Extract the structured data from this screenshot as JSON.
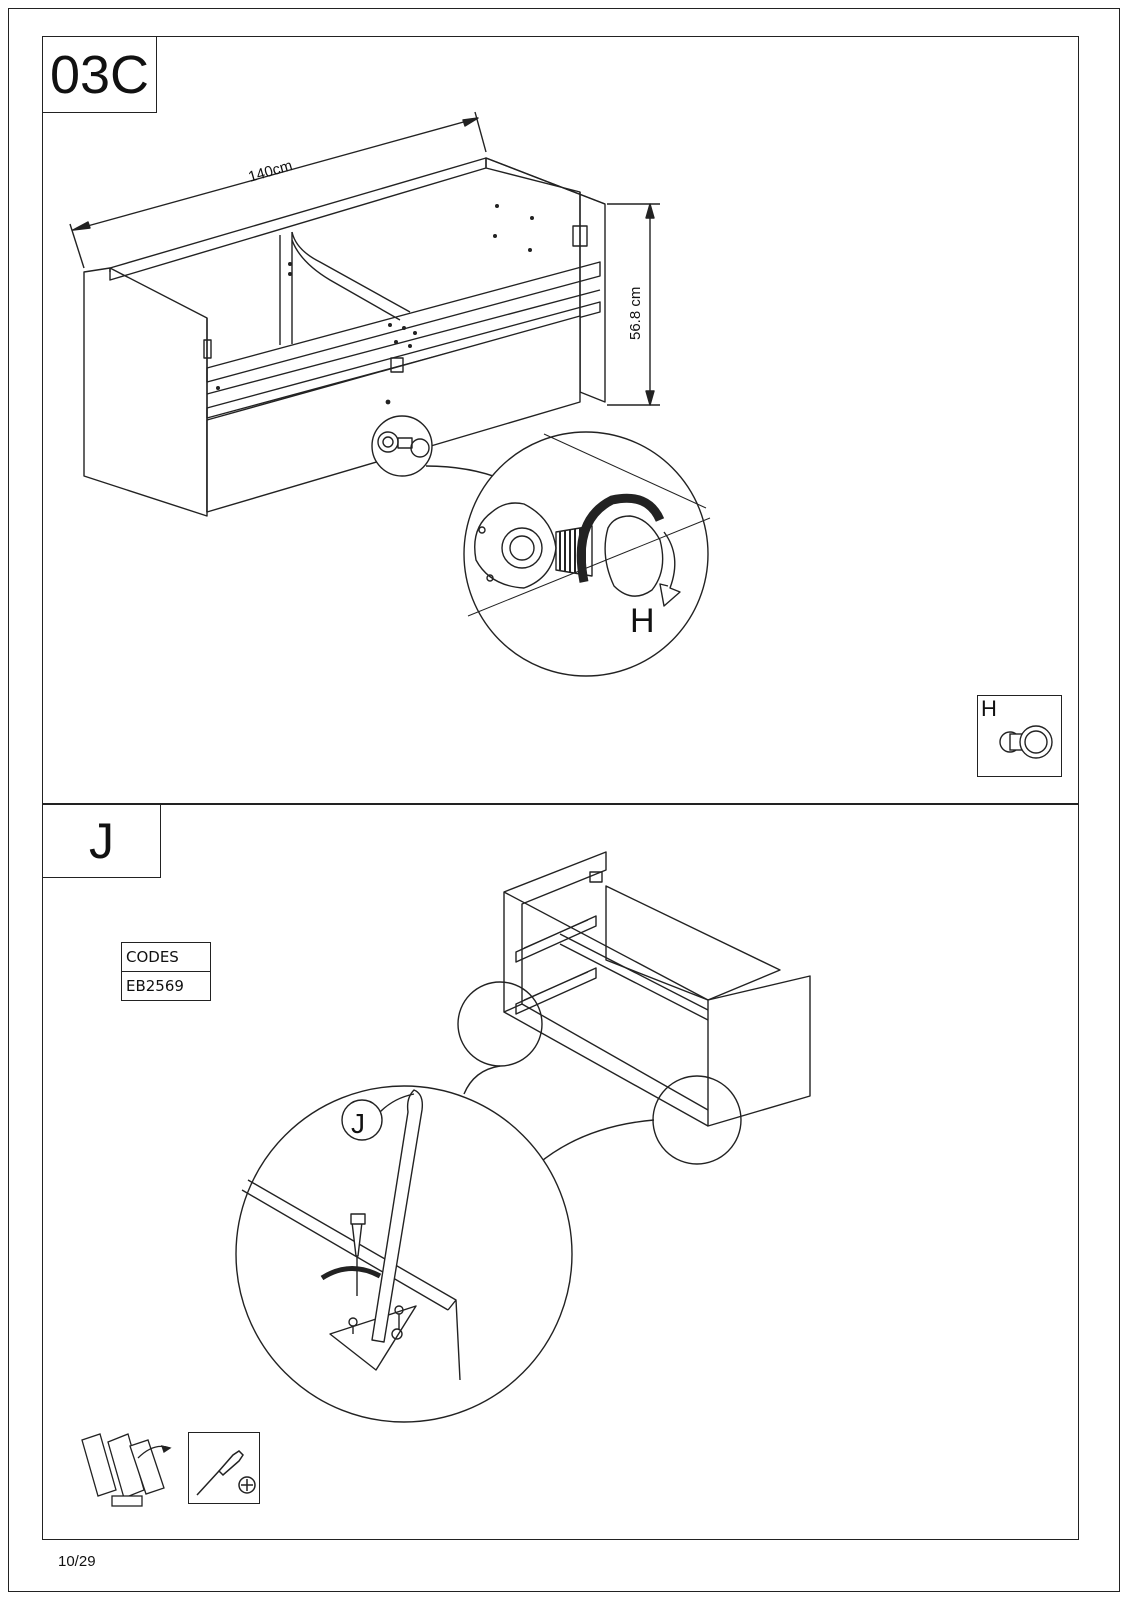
{
  "step_label": "03C",
  "sub_step_label": "J",
  "dimensions": {
    "width": "140cm",
    "height": "56.8 cm"
  },
  "part_callout": "H",
  "part_legend_letter": "H",
  "detail_letter_j": "J",
  "codes": {
    "header": "CODES",
    "value": "EB2569"
  },
  "page_number": "10/29",
  "icons": [
    "toolbox-icon",
    "phillips-screwdriver-icon"
  ]
}
